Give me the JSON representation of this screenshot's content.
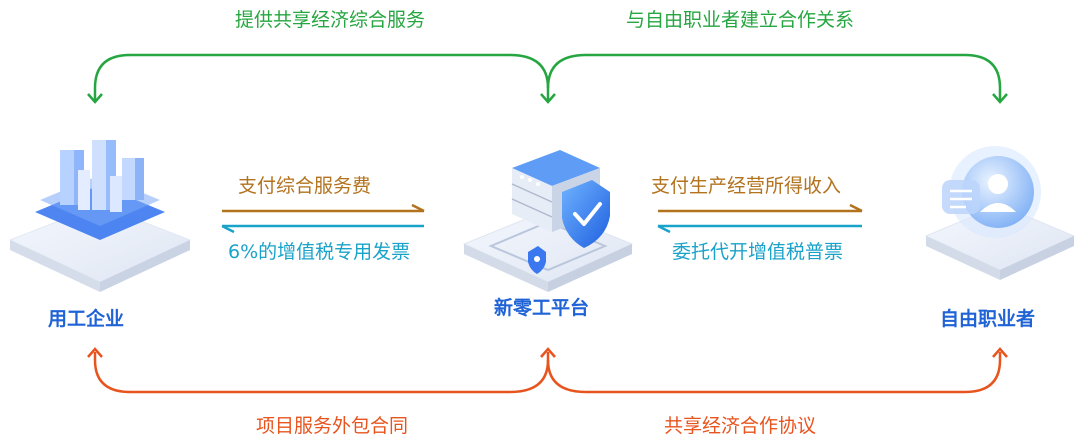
{
  "nodes": {
    "employer": "用工企业",
    "platform": "新零工平台",
    "freelancer": "自由职业者"
  },
  "top_arcs": {
    "left": "提供共享经济综合服务",
    "right": "与自由职业者建立合作关系"
  },
  "bottom_arcs": {
    "left": "项目服务外包合同",
    "right": "共享经济合作协议"
  },
  "flows": {
    "left_to_platform": "支付综合服务费",
    "platform_to_left": "6%的增值税专用发票",
    "platform_to_right": "支付生产经营所得收入",
    "right_to_platform": "委托代开增值税普票"
  },
  "colors": {
    "green": "#26a641",
    "orange": "#e8541e",
    "brown": "#b3721e",
    "cyan": "#1aa3c9",
    "blue": "#1f63d6"
  }
}
